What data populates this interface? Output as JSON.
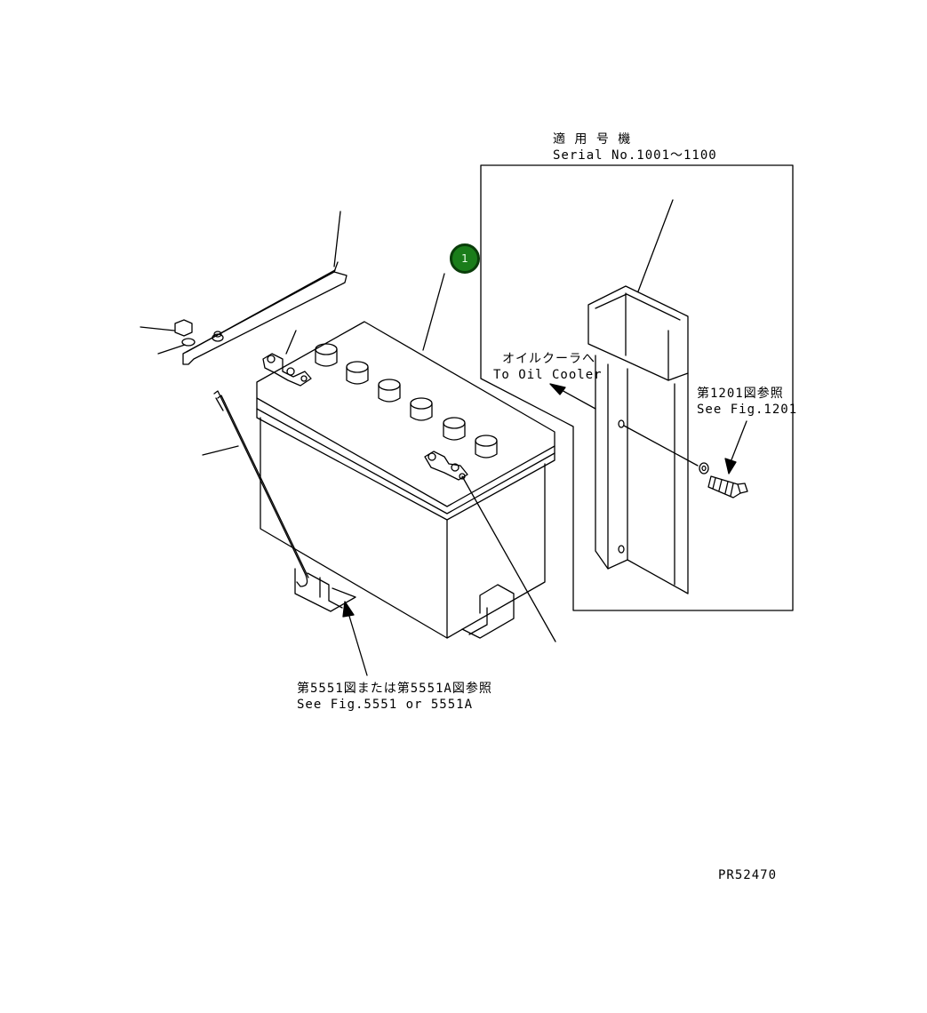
{
  "callout": {
    "number": "1"
  },
  "inset": {
    "title_jp": "適 用 号 機",
    "title_en": "Serial No.1001〜1100"
  },
  "labels": {
    "oil_cooler_jp": "オイルクーラへ",
    "oil_cooler_en": "To Oil Cooler",
    "fig1201_jp": "第1201図参照",
    "fig1201_en": "See Fig.1201",
    "fig5551_jp": "第5551図または第5551A図参照",
    "fig5551_en": "See Fig.5551 or 5551A",
    "drawing_no": "PR52470"
  }
}
